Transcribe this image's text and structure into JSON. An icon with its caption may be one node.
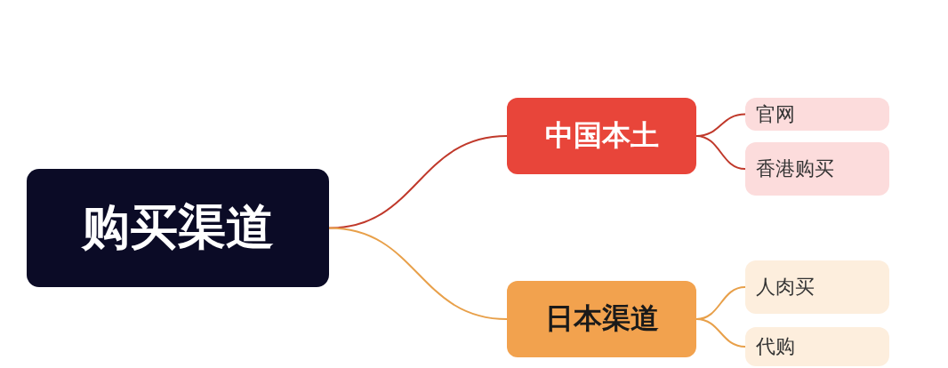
{
  "diagram": {
    "nodes": [
      {
        "text": [
          "购买渠道"
        ]
      },
      {
        "text": [
          "中国本土"
        ]
      },
      {
        "text": [
          "官网"
        ]
      },
      {
        "text": [
          "香港购买"
        ]
      },
      {
        "text": [
          "日本渠道"
        ]
      },
      {
        "text": [
          "人肉买"
        ]
      },
      {
        "text": [
          "代购"
        ]
      }
    ],
    "edges": [
      {
        "from": 0,
        "to": 1,
        "arrow": "none",
        "color": "#c0392b"
      },
      {
        "from": 1,
        "to": 2,
        "arrow": "none",
        "color": "#c0392b"
      },
      {
        "from": 1,
        "to": 3,
        "arrow": "none",
        "color": "#c0392b"
      },
      {
        "from": 0,
        "to": 4,
        "arrow": "none",
        "color": "#e8a04a"
      },
      {
        "from": 4,
        "to": 5,
        "arrow": "none",
        "color": "#e8a04a"
      },
      {
        "from": 4,
        "to": 6,
        "arrow": "none",
        "color": "#e8a04a"
      }
    ]
  }
}
